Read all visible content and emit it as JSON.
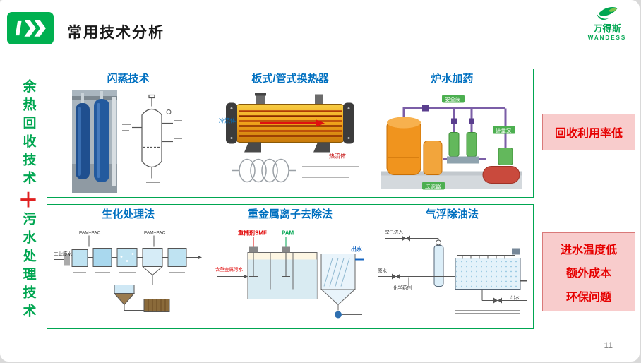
{
  "colors": {
    "brand_green": "#00A651",
    "section_title_blue": "#0070C0",
    "callout_text_red": "#E60000",
    "callout_bg_pink": "#F8CCCC"
  },
  "header": {
    "title": "常用技术分析"
  },
  "logo": {
    "cn": "万得斯",
    "en": "WANDESS"
  },
  "left_rail": {
    "top": "余热回收技术",
    "plus": "＋",
    "bottom": "污水处理技术"
  },
  "top_box": {
    "flash": {
      "title": "闪蒸技术"
    },
    "exchanger": {
      "title": "板式/管式换热器",
      "labels": {
        "cold": "冷流体",
        "hot": "热流体"
      }
    },
    "dosing": {
      "title": "炉水加药",
      "labels": {
        "safety_valve": "安全阀",
        "metering_pump": "计量泵",
        "filter": "过滤器"
      }
    }
  },
  "bottom_box": {
    "bio": {
      "title": "生化处理法",
      "labels": {
        "dosing": "PAM+PAC",
        "influent": "工业废水"
      }
    },
    "heavy_metal": {
      "title": "重金属离子去除法",
      "labels": {
        "agent": "重捕剂SMF",
        "pam": "PAM",
        "influent": "含重金属污水",
        "effluent": "出水"
      }
    },
    "flotation": {
      "title": "气浮除油法",
      "labels": {
        "air_in": "空气进入",
        "chemical": "化学药剂",
        "raw": "原水",
        "effluent": "出水"
      }
    }
  },
  "callouts": {
    "first": {
      "text": "回收利用率低"
    },
    "second": {
      "lines": [
        "进水温度低",
        "额外成本",
        "环保问题"
      ]
    }
  },
  "page_number": "11"
}
